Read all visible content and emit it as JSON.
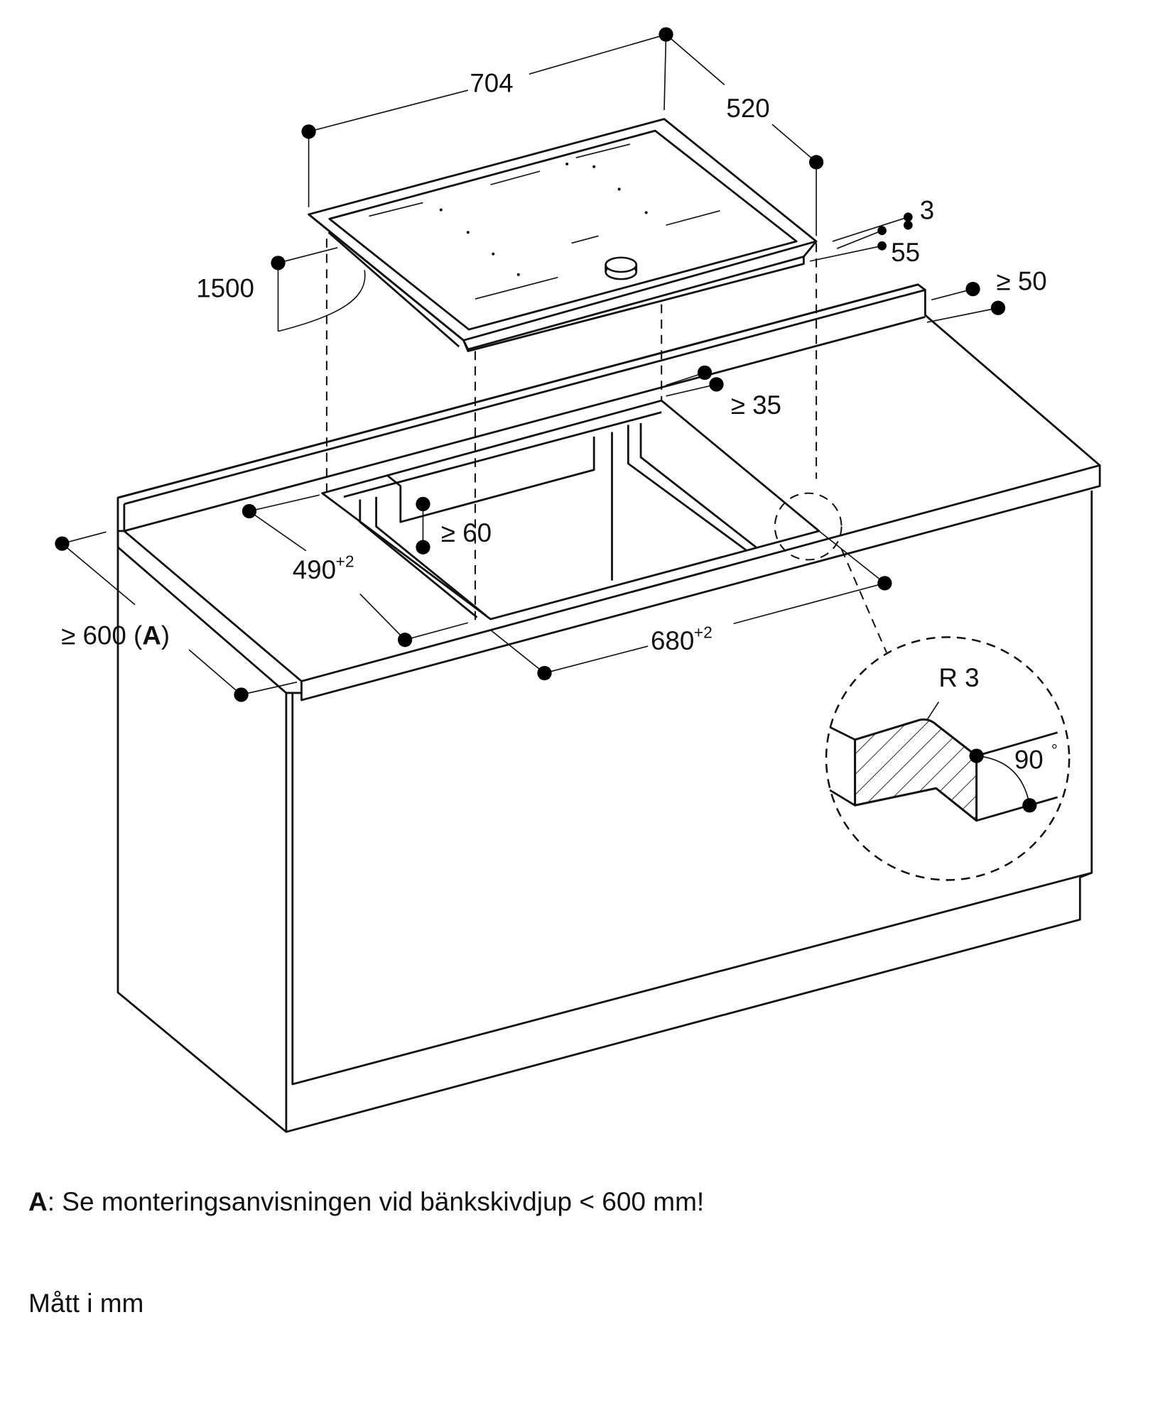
{
  "dimensions": {
    "hob_width": "704",
    "hob_depth": "520",
    "cable_length": "1500",
    "glass_thickness": "3",
    "hob_height": "55",
    "rear_clearance": "≥ 50",
    "cutout_rear_distance": "≥ 35",
    "cutout_side_distance": "≥ 60",
    "cutout_depth": "490",
    "cutout_depth_tolerance": "+2",
    "cutout_width": "680",
    "cutout_width_tolerance": "+2",
    "worktop_depth": "≥ 600 (",
    "worktop_depth_ref": "A",
    "worktop_depth_close": ")"
  },
  "detail": {
    "radius": "R 3",
    "angle": "90",
    "degree": "°"
  },
  "notes": {
    "a_label": "A",
    "a_text": ": Se monteringsanvisningen vid bänkskivdjup < 600 mm!",
    "units": "Mått i mm"
  }
}
